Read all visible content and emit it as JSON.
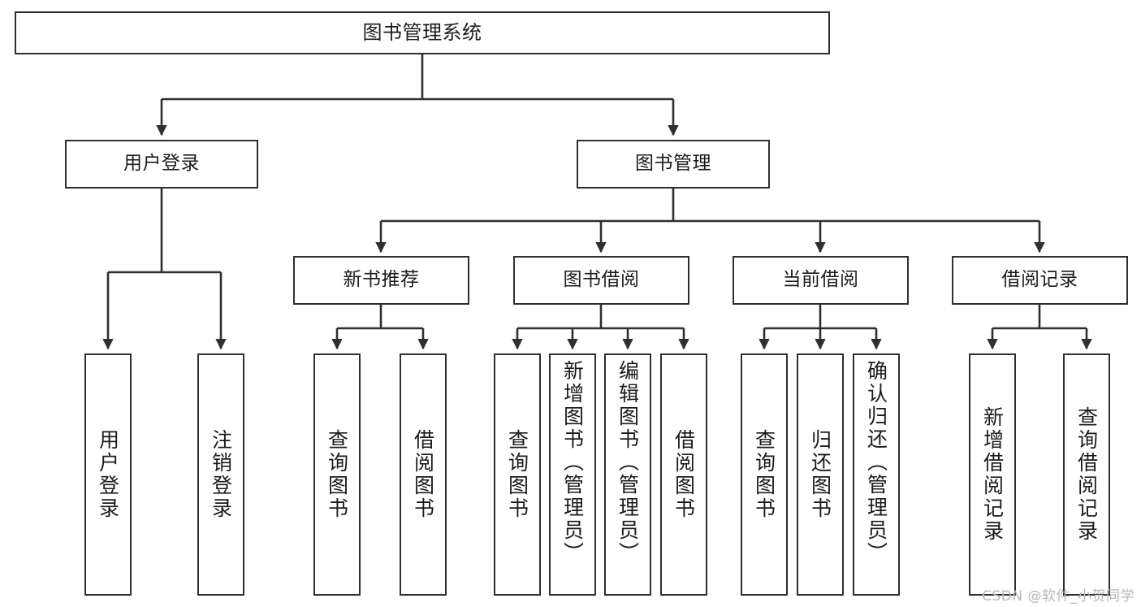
{
  "diagram": {
    "title": "图书管理系统",
    "type": "function-structure-tree",
    "watermark": "CSDN @软件_小贺同学",
    "colors": {
      "box_border": "#2f2f2f",
      "box_fill": "#ffffff",
      "edge": "#2f2f2f",
      "text": "#1b1b1b",
      "watermark": "#b8b8b8",
      "background": "#ffffff"
    },
    "nodes": {
      "root": {
        "label": "图书管理系统"
      },
      "level2": [
        {
          "label": "用户登录"
        },
        {
          "label": "图书管理"
        }
      ],
      "level3": [
        {
          "label": "新书推荐"
        },
        {
          "label": "图书借阅"
        },
        {
          "label": "当前借阅"
        },
        {
          "label": "借阅记录"
        }
      ],
      "leaves": {
        "user_login": [
          {
            "label": "用户登录"
          },
          {
            "label": "注销登录"
          }
        ],
        "new_book_recommend": [
          {
            "label": "查询图书"
          },
          {
            "label": "借阅图书"
          }
        ],
        "book_borrow": [
          {
            "label": "查询图书"
          },
          {
            "label": "新增图书（管理员）"
          },
          {
            "label": "编辑图书（管理员）"
          },
          {
            "label": "借阅图书"
          }
        ],
        "current_borrow": [
          {
            "label": "查询图书"
          },
          {
            "label": "归还图书"
          },
          {
            "label": "确认归还（管理员）"
          }
        ],
        "borrow_record": [
          {
            "label": "新增借阅记录"
          },
          {
            "label": "查询借阅记录"
          }
        ]
      }
    }
  }
}
